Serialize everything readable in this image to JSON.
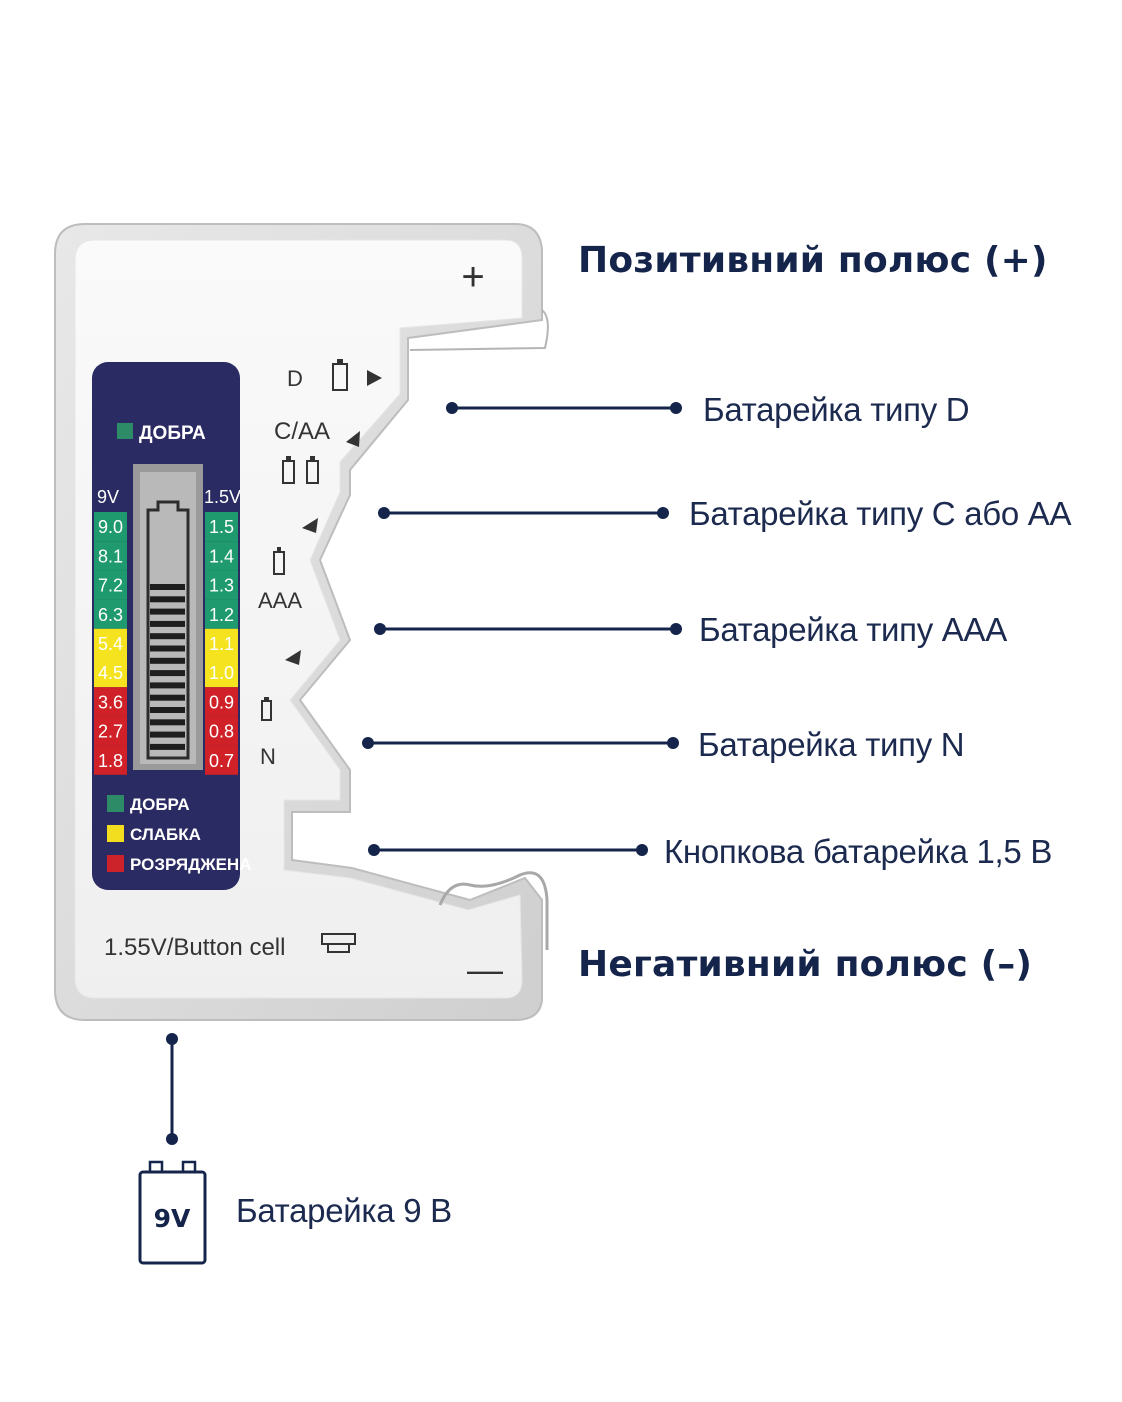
{
  "pole_labels": {
    "positive": "Позитивний полюс (+)",
    "negative": "Негативний полюс (–)"
  },
  "callouts": {
    "d": "Батарейка типу D",
    "c_aa": "Батарейка типу C або AA",
    "aaa": "Батарейка типу AAA",
    "n": "Батарейка типу N",
    "button": "Кнопкова батарейка 1,5 В",
    "nine_volt": "Батарейка 9 В"
  },
  "nine_volt_icon_text": "9V",
  "device": {
    "plus_sign": "+",
    "minus_sign": "—",
    "slot_labels": {
      "d": "D",
      "c_aa": "C/AA",
      "aaa": "AAA",
      "n": "N"
    },
    "button_cell_label": "1.55V/Button cell",
    "display": {
      "top_legend": "ДОБРА",
      "col_left_header": "9V",
      "col_right_header": "1.5V",
      "scale_left": [
        "9.0",
        "8.1",
        "7.2",
        "6.3",
        "5.4",
        "4.5",
        "3.6",
        "2.7",
        "1.8"
      ],
      "scale_right": [
        "1.5",
        "1.4",
        "1.3",
        "1.2",
        "1.1",
        "1.0",
        "0.9",
        "0.8",
        "0.7"
      ],
      "legend": [
        {
          "label": "ДОБРА",
          "color": "#2e8b68"
        },
        {
          "label": "СЛАБКА",
          "color": "#f2dd1f"
        },
        {
          "label": "РОЗРЯДЖЕНА",
          "color": "#cc2229"
        }
      ]
    }
  },
  "colors": {
    "good": "#1f9a6e",
    "weak": "#f5e320",
    "dead": "#cf2127",
    "panel": "#2b2b63",
    "callout_line": "#14244a"
  }
}
